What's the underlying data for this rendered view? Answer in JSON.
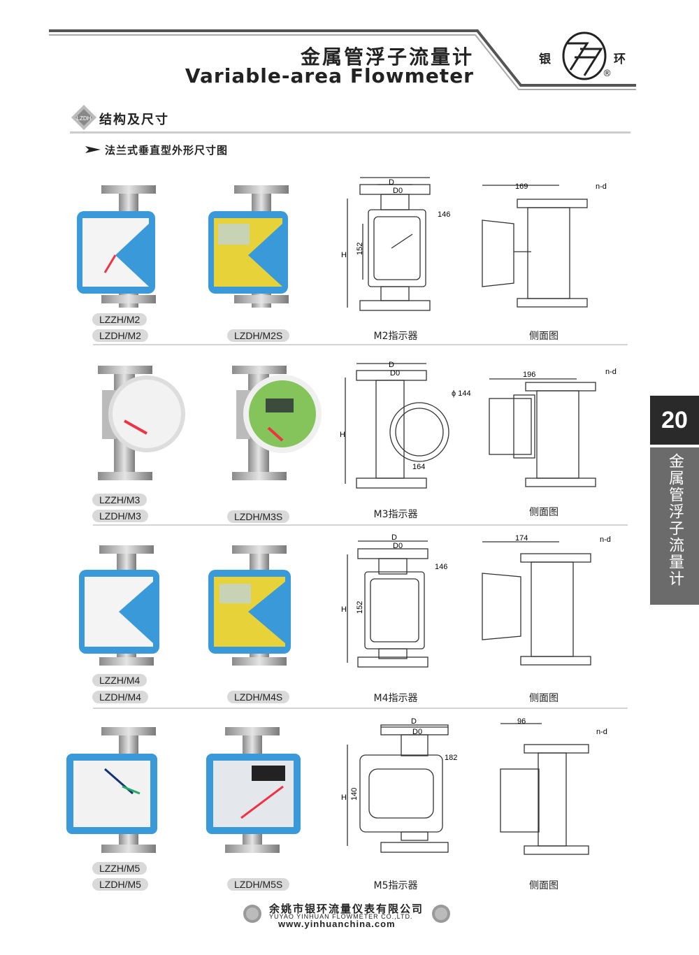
{
  "header": {
    "title_cn": "金属管浮子流量计",
    "title_en": "Variable-area Flowmeter",
    "brand_left": "银",
    "brand_right": "环",
    "registered": "®"
  },
  "section": {
    "title": "结构及尺寸",
    "badge": "LZDH",
    "subtitle": "法兰式垂直型外形尺寸图"
  },
  "side_tab": {
    "page_number": "20",
    "label": "金属管浮子流量计"
  },
  "rows": [
    {
      "models_a": [
        "LZZH/M2",
        "LZDH/M2"
      ],
      "model_b": "LZDH/M2S",
      "indicator_caption": "M2指示器",
      "side_caption": "侧面图",
      "dims": {
        "D": "D",
        "D0": "D0",
        "H": "H",
        "width": "146",
        "height": "152",
        "side": "169",
        "nd": "n-d"
      }
    },
    {
      "models_a": [
        "LZZH/M3",
        "LZDH/M3"
      ],
      "model_b": "LZDH/M3S",
      "indicator_caption": "M3指示器",
      "side_caption": "侧面图",
      "dims": {
        "D": "D",
        "D0": "D0",
        "H": "H",
        "width": "ϕ 144",
        "height": "164",
        "side": "196",
        "nd": "n-d"
      }
    },
    {
      "models_a": [
        "LZZH/M4",
        "LZDH/M4"
      ],
      "model_b": "LZDH/M4S",
      "indicator_caption": "M4指示器",
      "side_caption": "侧面图",
      "dims": {
        "D": "D",
        "D0": "D0",
        "H": "H",
        "width": "146",
        "height": "152",
        "side": "174",
        "nd": "n-d"
      }
    },
    {
      "models_a": [
        "LZZH/M5",
        "LZDH/M5"
      ],
      "model_b": "LZDH/M5S",
      "indicator_caption": "M5指示器",
      "side_caption": "侧面图",
      "dims": {
        "D": "D",
        "D0": "D0",
        "H": "H",
        "width": "182",
        "height": "140",
        "side": "96",
        "nd": "n-d"
      }
    }
  ],
  "footer": {
    "company_cn": "余姚市银环流量仪表有限公司",
    "company_en": "YUYAO YINHUAN FLOWMETER CO.,LTD.",
    "website": "www.yinhuanchina.com"
  },
  "colors": {
    "meter_blue": "#3a9ad9",
    "dark": "#2a2a2a",
    "tab_gray": "#6b6b6b",
    "separator": "#d4d4d4"
  }
}
